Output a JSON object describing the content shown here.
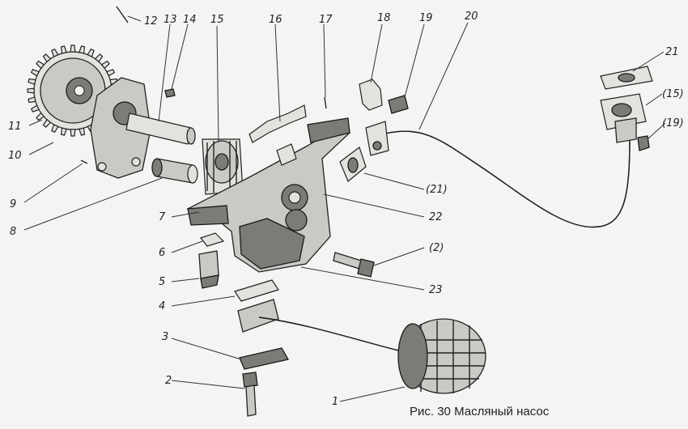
{
  "figure": {
    "caption": "Рис. 30 Масляный насос",
    "callouts": [
      {
        "id": "1",
        "text": "1"
      },
      {
        "id": "2",
        "text": "2"
      },
      {
        "id": "3",
        "text": "3"
      },
      {
        "id": "4",
        "text": "4"
      },
      {
        "id": "5",
        "text": "5"
      },
      {
        "id": "6",
        "text": "6"
      },
      {
        "id": "7",
        "text": "7"
      },
      {
        "id": "8",
        "text": "8"
      },
      {
        "id": "9",
        "text": "9"
      },
      {
        "id": "10",
        "text": "10"
      },
      {
        "id": "11",
        "text": "11"
      },
      {
        "id": "12",
        "text": "12"
      },
      {
        "id": "13",
        "text": "13"
      },
      {
        "id": "14",
        "text": "14"
      },
      {
        "id": "15",
        "text": "15"
      },
      {
        "id": "16",
        "text": "16"
      },
      {
        "id": "17",
        "text": "17"
      },
      {
        "id": "18",
        "text": "18"
      },
      {
        "id": "19",
        "text": "19"
      },
      {
        "id": "20",
        "text": "20"
      },
      {
        "id": "21",
        "text": "21"
      },
      {
        "id": "15r",
        "text": "(15)"
      },
      {
        "id": "19r",
        "text": "(19)"
      },
      {
        "id": "21r",
        "text": "(21)"
      },
      {
        "id": "22",
        "text": "22"
      },
      {
        "id": "2r",
        "text": "(2)"
      },
      {
        "id": "23",
        "text": "23"
      }
    ]
  }
}
